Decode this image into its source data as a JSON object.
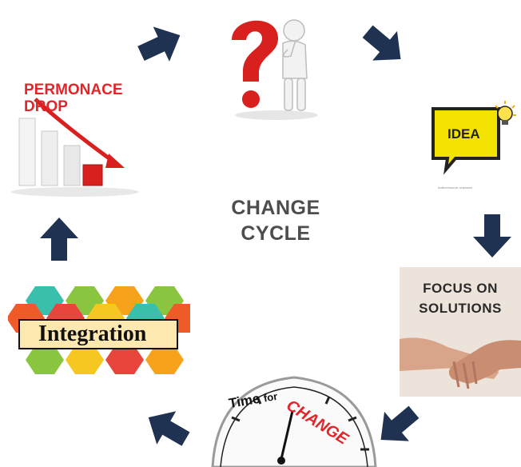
{
  "center": {
    "line1": "CHANGE",
    "line2": "CYCLE"
  },
  "nodes": {
    "question": {
      "icon": "question-figure-icon"
    },
    "idea": {
      "label": "IDEA",
      "caption": "Author/source: unknown",
      "icon": "lightbulb-icon"
    },
    "focus": {
      "line1": "FOCUS ON",
      "line2": "SOLUTIONS",
      "icon": "handshake-icon"
    },
    "time": {
      "word1": "Time",
      "word2": "for",
      "word3": "CHANGE",
      "icon": "clock-icon"
    },
    "integration": {
      "label": "Integration",
      "icon": "hexagon-cluster-icon"
    },
    "performance": {
      "line1": "PERMONACE",
      "line2": "DROP",
      "icon": "declining-bar-chart-icon"
    }
  },
  "colors": {
    "arrow": "#1f3251",
    "accent_red": "#e0262a",
    "idea_yellow": "#f4e200",
    "hex_palette": [
      "#e8453c",
      "#f7a21b",
      "#3bbfad",
      "#8ac53f",
      "#f05a28",
      "#f6c621"
    ]
  }
}
